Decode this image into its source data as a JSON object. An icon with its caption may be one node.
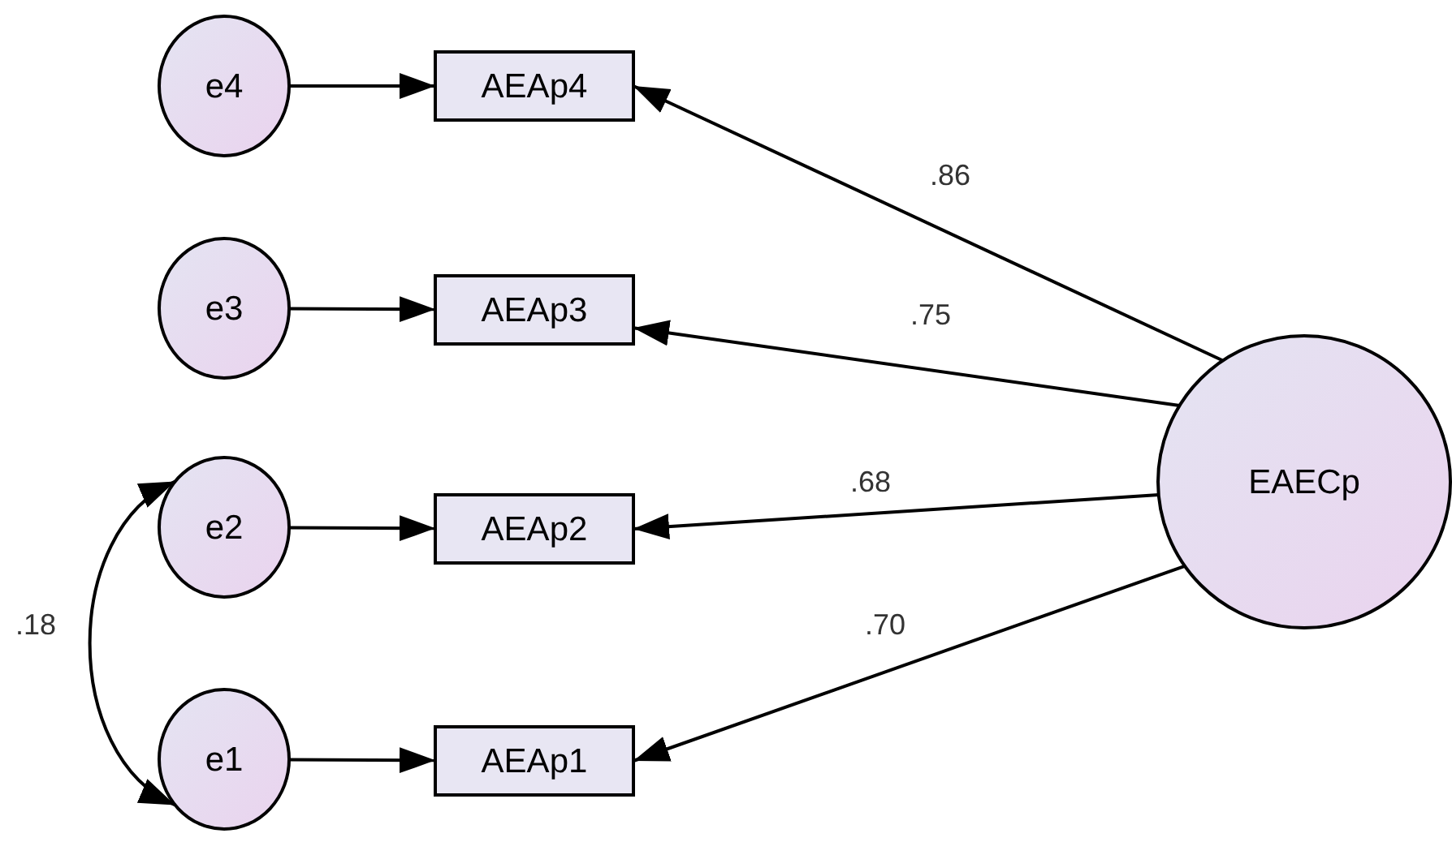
{
  "diagram": {
    "nodes": [
      {
        "text": [
          "e4"
        ]
      },
      {
        "text": [
          "AEAp4"
        ]
      },
      {
        "text": [
          "e3"
        ]
      },
      {
        "text": [
          "AEAp3"
        ]
      },
      {
        "text": [
          "e2"
        ]
      },
      {
        "text": [
          "AEAp2"
        ]
      },
      {
        "text": [
          "e1"
        ]
      },
      {
        "text": [
          "AEAp1"
        ]
      },
      {
        "text": [
          "EAECp"
        ]
      }
    ],
    "edges": [
      {
        "from": 0,
        "to": 1,
        "arrow": "to"
      },
      {
        "from": 2,
        "to": 3,
        "arrow": "to"
      },
      {
        "from": 4,
        "to": 5,
        "arrow": "to"
      },
      {
        "from": 6,
        "to": 7,
        "arrow": "to"
      },
      {
        "from": 8,
        "to": 1,
        "arrow": "to",
        "label": ".86"
      },
      {
        "from": 8,
        "to": 3,
        "arrow": "to",
        "label": ".75"
      },
      {
        "from": 8,
        "to": 5,
        "arrow": "to",
        "label": ".68"
      },
      {
        "from": 8,
        "to": 7,
        "arrow": "to",
        "label": ".70"
      },
      {
        "from": 4,
        "to": 6,
        "arrow": "both",
        "label": ".18"
      }
    ]
  }
}
